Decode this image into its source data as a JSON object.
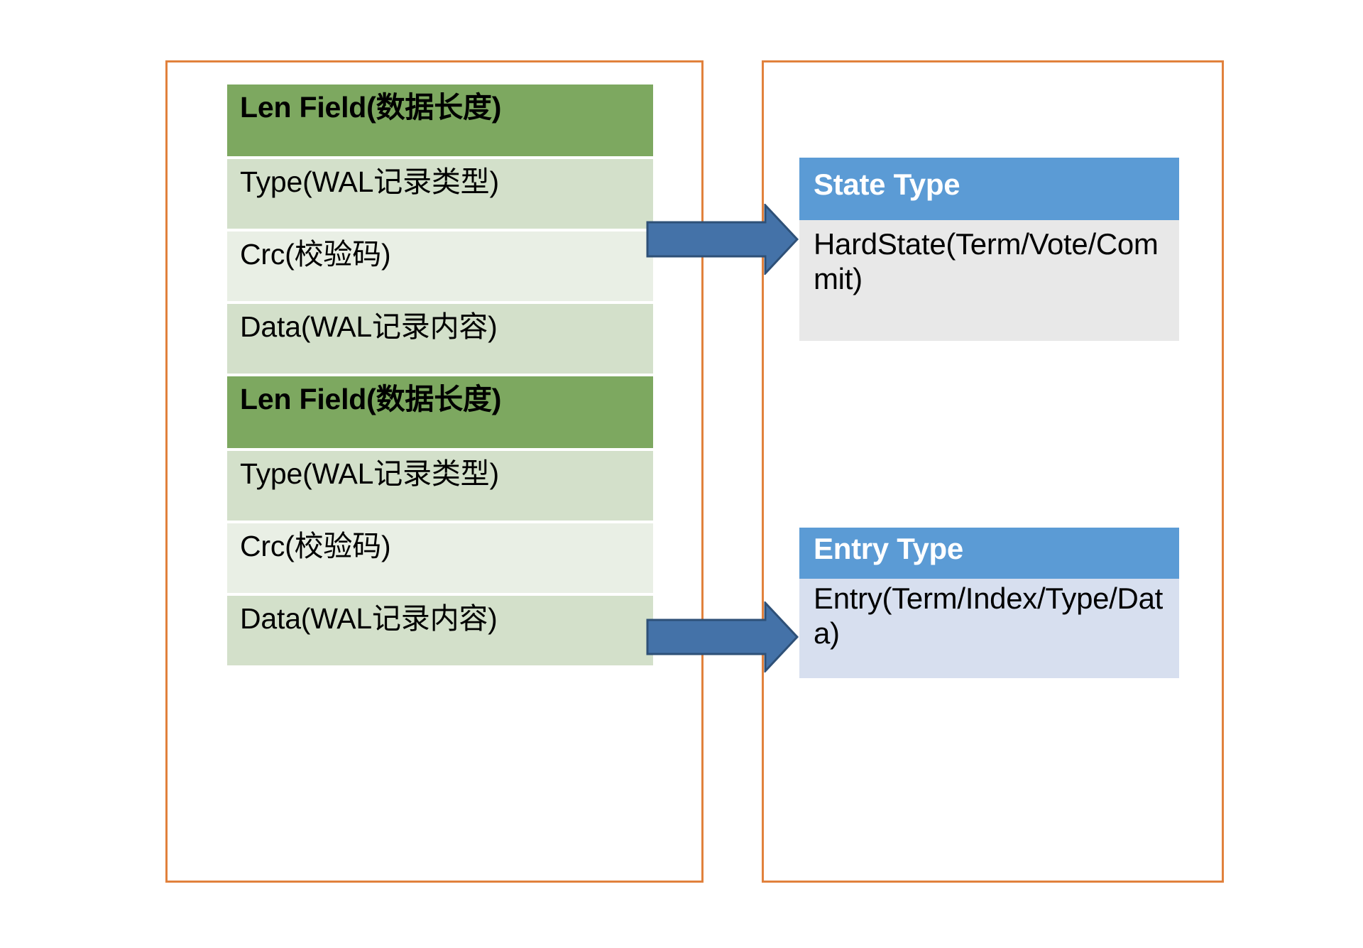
{
  "diagram": {
    "frames": [
      {
        "name": "wal-record-frame",
        "border_color": "#E1813C"
      },
      {
        "name": "record-type-frame",
        "border_color": "#E1813C"
      }
    ],
    "wal_stack": {
      "rows": [
        {
          "label": "Len Field(数据长度)",
          "style": "len",
          "bg": "#7DA860"
        },
        {
          "label": "Type(WAL记录类型)",
          "style": "mid",
          "bg": "#D3E0CA"
        },
        {
          "label": "Crc(校验码)",
          "style": "light",
          "bg": "#E9EFE5"
        },
        {
          "label": "Data(WAL记录内容)",
          "style": "mid",
          "bg": "#D3E0CA"
        },
        {
          "label": "Len Field(数据长度)",
          "style": "len",
          "bg": "#7DA860"
        },
        {
          "label": "Type(WAL记录类型)",
          "style": "mid",
          "bg": "#D3E0CA"
        },
        {
          "label": "Crc(校验码)",
          "style": "light",
          "bg": "#E9EFE5"
        },
        {
          "label": "Data(WAL记录内容)",
          "style": "mid",
          "bg": "#D3E0CA"
        }
      ]
    },
    "type_boxes": [
      {
        "header": "State Type",
        "body": "HardState(Term/Vote/Commit)",
        "header_bg": "#5B9BD5",
        "body_bg": "#E8E8E8"
      },
      {
        "header": "Entry Type",
        "body": "Entry(Term/Index/Type/Data)",
        "header_bg": "#5B9BD5",
        "body_bg": "#D7DFEF"
      }
    ],
    "arrows": [
      {
        "name": "arrow-to-state-type",
        "color": "#4472A8",
        "outline": "#2E5077",
        "direction": "right"
      },
      {
        "name": "arrow-to-entry-type",
        "color": "#4472A8",
        "outline": "#2E5077",
        "direction": "right"
      }
    ]
  }
}
